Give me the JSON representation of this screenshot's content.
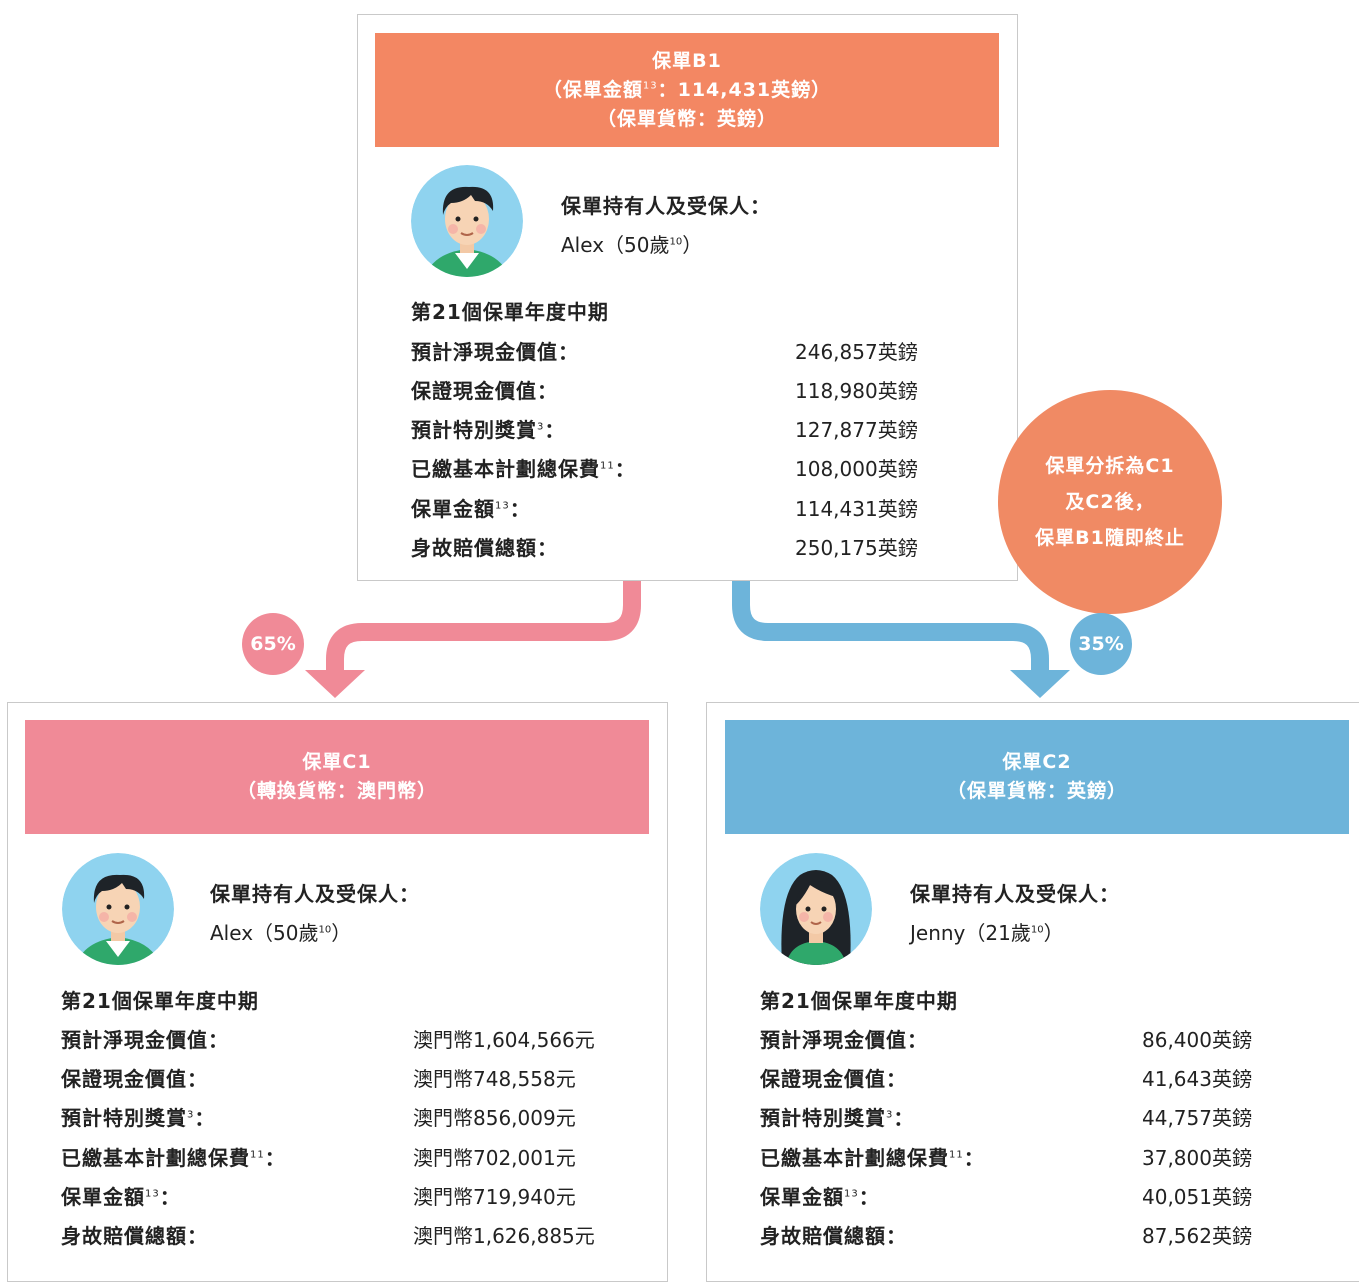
{
  "colors": {
    "b1": "#f38763",
    "c1": "#f08a97",
    "c2": "#6db4da",
    "note": "#f08a64"
  },
  "labels": {
    "holder": "保單持有人及受保人：",
    "period": "第21個保單年度中期",
    "net_cash": "預計淨現金價值：",
    "guaranteed_cash": "保證現金價值：",
    "special_bonus": "預計特別獎賞",
    "special_bonus_sup": "3",
    "special_bonus_colon": "：",
    "premium": "已繳基本計劃總保費",
    "premium_sup": "11",
    "premium_colon": "：",
    "sum": "保單金額",
    "sum_sup": "13",
    "sum_colon": "：",
    "death": "身故賠償總額："
  },
  "b1": {
    "line1": "保單B1",
    "line2_pre": "（保單金額",
    "line2_sup": "13",
    "line2_post": "：114,431英鎊）",
    "line3": "（保單貨幣：英鎊）",
    "holder_name": "Alex（50歲",
    "holder_sup": "10",
    "holder_close": "）",
    "avatar_icon": "man-avatar-icon",
    "values": [
      "246,857英鎊",
      "118,980英鎊",
      "127,877英鎊",
      "108,000英鎊",
      "114,431英鎊",
      "250,175英鎊"
    ]
  },
  "note": {
    "line1": "保單分拆為C1",
    "line2": "及C2後，",
    "line3": "保單B1隨即終止"
  },
  "split": {
    "c1_pct": "65%",
    "c2_pct": "35%"
  },
  "c1": {
    "line1": "保單C1",
    "line2": "（轉換貨幣：澳門幣）",
    "holder_name": "Alex（50歲",
    "holder_sup": "10",
    "holder_close": "）",
    "avatar_icon": "man-avatar-icon",
    "values": [
      "澳門幣1,604,566元",
      "澳門幣748,558元",
      "澳門幣856,009元",
      "澳門幣702,001元",
      "澳門幣719,940元",
      "澳門幣1,626,885元"
    ]
  },
  "c2": {
    "line1": "保單C2",
    "line2": "（保單貨幣：英鎊）",
    "holder_name": "Jenny（21歲",
    "holder_sup": "10",
    "holder_close": "）",
    "avatar_icon": "woman-avatar-icon",
    "values": [
      "86,400英鎊",
      "41,643英鎊",
      "44,757英鎊",
      "37,800英鎊",
      "40,051英鎊",
      "87,562英鎊"
    ]
  }
}
